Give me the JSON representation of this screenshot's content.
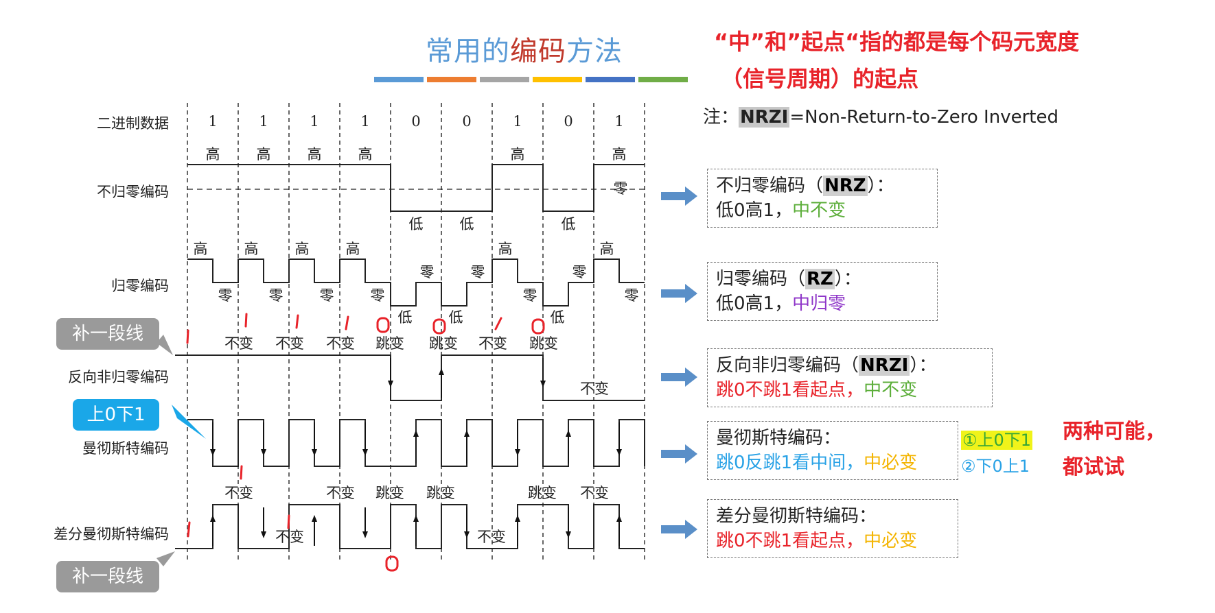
{
  "title": {
    "part1": "常用的",
    "part2": "编码",
    "part3": "方法"
  },
  "top_note": {
    "line1": "“中”和”起点“指的都是每个码元宽度",
    "line2": "（信号周期）的起点"
  },
  "abbr_note": {
    "prefix": "注：",
    "abbr": "NRZI",
    "text": "=Non-Return-to-Zero Inverted"
  },
  "row_labels": {
    "binary": "二进制数据",
    "nrz": "不归零编码",
    "rz": "归零编码",
    "nrzi": "反向非归零编码",
    "manchester": "曼彻斯特编码",
    "diff_manchester": "差分曼彻斯特编码"
  },
  "bits": [
    "1",
    "1",
    "1",
    "1",
    "0",
    "0",
    "1",
    "0",
    "1"
  ],
  "waveform_labels": {
    "high": "高",
    "low": "低",
    "zero": "零",
    "nochange": "不变",
    "jump": "跳变"
  },
  "bubbles": {
    "patch_line": "补一段线",
    "manchester_hint": "上0下1"
  },
  "boxes": {
    "nrz": {
      "name": "不归零编码（",
      "abbr": "NRZ",
      "close": "）：",
      "rule_a": "低0高1，",
      "rule_b": "中不变"
    },
    "rz": {
      "name": "归零编码（",
      "abbr": "RZ",
      "close": "）：",
      "rule_a": "低0高1，",
      "rule_b": "中归零"
    },
    "nrzi": {
      "name": "反向非归零编码（",
      "abbr": "NRZI",
      "close": "）：",
      "rule_a": "跳0不跳1看起点，",
      "rule_b": "中不变"
    },
    "manchester": {
      "name": "曼彻斯特编码：",
      "rule_a": "跳0反跳1看中间，",
      "rule_b": "中必变"
    },
    "diff_manchester": {
      "name": "差分曼彻斯特编码：",
      "rule_a": "跳0不跳1看起点，",
      "rule_b": "中必变"
    }
  },
  "possibilities": {
    "opt1": "①上0下1",
    "opt2": "②下0上1",
    "note_line1": "两种可能，",
    "note_line2": "都试试"
  },
  "colors": {
    "red": "#e8232a",
    "green": "#5cae3a",
    "purple": "#8e35c8",
    "blue": "#29a2e6",
    "yellow": "#f4b400",
    "title_blue": "#5a9ad6"
  }
}
